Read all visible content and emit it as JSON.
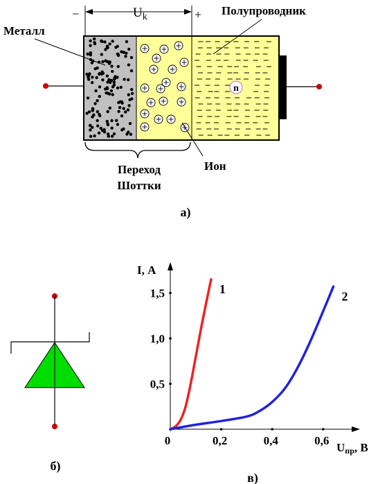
{
  "diagram_a": {
    "minus": "−",
    "plus": "+",
    "uk_main": "U",
    "uk_sub": "k",
    "metal_label": "Металл",
    "semi_label": "Полупроводник",
    "ion_label": "Ион",
    "n_label": "n",
    "transition_line1": "Переход",
    "transition_line2": "Шоттки",
    "caption": "а)",
    "colors": {
      "metal": "#c0c0c0",
      "semiconductor": "#ffff99",
      "terminal": "#cc0000",
      "ion_fill": "#ffffff"
    }
  },
  "symbol_b": {
    "caption": "б)",
    "colors": {
      "triangle": "#00dd00",
      "terminal": "#cc0000"
    }
  },
  "chart_c": {
    "caption": "в)",
    "chart_data": {
      "type": "line",
      "ylabel": "I, А",
      "xlabel_main": "U",
      "xlabel_sub": "пр",
      "xlabel_unit": ", В",
      "xlim": [
        0,
        0.75
      ],
      "ylim": [
        0,
        1.75
      ],
      "x_ticks": [
        {
          "v": 0,
          "label": "0"
        },
        {
          "v": 0.2,
          "label": "0,2"
        },
        {
          "v": 0.4,
          "label": "0,4"
        },
        {
          "v": 0.6,
          "label": "0,6"
        }
      ],
      "y_ticks": [
        {
          "v": 0.5,
          "label": "0,5"
        },
        {
          "v": 1.0,
          "label": "1,0"
        },
        {
          "v": 1.5,
          "label": "1,5"
        }
      ],
      "series": [
        {
          "name": "1",
          "color": "#ee2222",
          "x": [
            0,
            0.02,
            0.04,
            0.06,
            0.08,
            0.1,
            0.12,
            0.14,
            0.16
          ],
          "y": [
            0,
            0.03,
            0.1,
            0.25,
            0.5,
            0.8,
            1.1,
            1.38,
            1.65
          ]
        },
        {
          "name": "2",
          "color": "#2222dd",
          "x": [
            0,
            0.1,
            0.2,
            0.3,
            0.35,
            0.4,
            0.45,
            0.5,
            0.55,
            0.6,
            0.64
          ],
          "y": [
            0,
            0.05,
            0.09,
            0.14,
            0.2,
            0.3,
            0.45,
            0.68,
            0.97,
            1.3,
            1.57
          ]
        }
      ]
    }
  }
}
